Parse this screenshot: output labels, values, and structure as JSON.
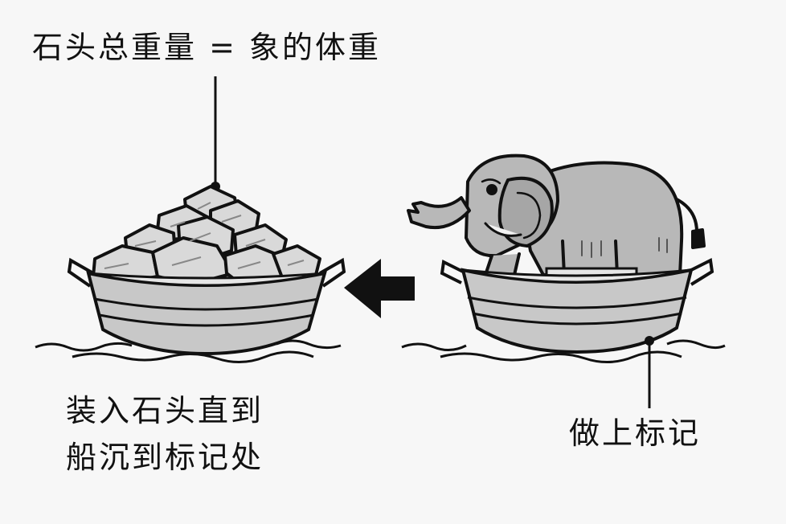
{
  "labels": {
    "weight_equation": "石头总重量 = 象的体重",
    "load_stones_line1": "装入石头直到",
    "load_stones_line2": "船沉到标记处",
    "make_mark": "做上标记"
  },
  "colors": {
    "background": "#f7f7f7",
    "ink": "#111111",
    "boat_fill": "#c8c8c8",
    "elephant_fill": "#b8b8b8",
    "stone_fill": "#d9d9d9"
  },
  "icons": [
    "stone-pile-icon",
    "boat-icon",
    "elephant-icon",
    "arrow-left-icon",
    "water-waves-icon"
  ]
}
